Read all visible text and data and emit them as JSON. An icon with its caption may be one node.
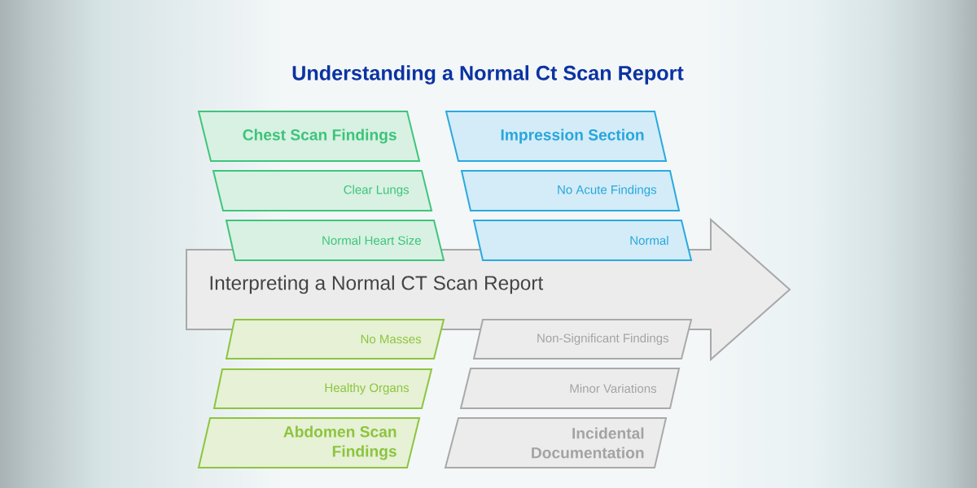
{
  "diagram": {
    "title": "Understanding a Normal Ct Scan Report",
    "nodes": [
      {
        "text": [
          "Interpreting a Normal CT Scan Report"
        ]
      },
      {
        "text": [
          "Chest Scan Findings"
        ]
      },
      {
        "text": [
          "Clear Lungs"
        ]
      },
      {
        "text": [
          "Normal Heart Size"
        ]
      },
      {
        "text": [
          "Impression Section"
        ]
      },
      {
        "text": [
          "No Acute Findings"
        ]
      },
      {
        "text": [
          "Normal"
        ]
      },
      {
        "text": [
          "No Masses"
        ]
      },
      {
        "text": [
          "Healthy Organs"
        ]
      },
      {
        "text": [
          "Abdomen Scan Findings"
        ]
      },
      {
        "text": [
          "Non-Significant Findings"
        ]
      },
      {
        "text": [
          "Minor Variations"
        ]
      },
      {
        "text": [
          "Incidental Documentation"
        ]
      }
    ]
  }
}
